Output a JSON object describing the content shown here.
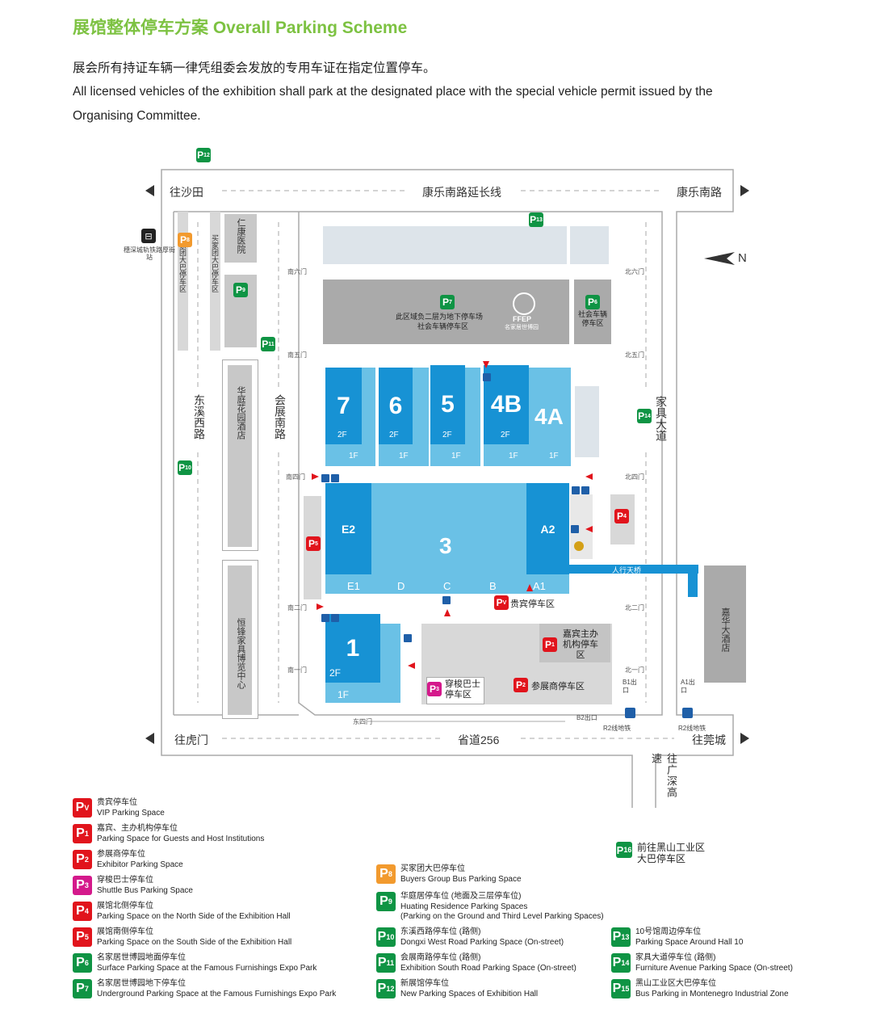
{
  "title": "展馆整体停车方案 Overall Parking Scheme",
  "intro": {
    "cn": "展会所有持证车辆一律凭组委会发放的专用车证在指定位置停车。",
    "en1": "All licensed vehicles of the exhibition shall park at the designated place with the special vehicle permit issued by the",
    "en2": "Organising Committee."
  },
  "map": {
    "roads": {
      "north_left": "往沙田",
      "north_mid": "康乐南路延长线",
      "north_right": "康乐南路",
      "south_left": "往虎门",
      "south_mid": "省道256",
      "south_right": "往莞城",
      "expressway": "往广深高速",
      "dongxi": "东溪西路",
      "huizhan": "会展南路",
      "jiaju": "家具大道"
    },
    "places": {
      "metro": "穗深城轨铁路厚街站",
      "renkang": "仁康医院",
      "huating": "华庭花园酒店",
      "hengfeng": "恒锋家具博览中心",
      "jiahua": "嘉华大酒店",
      "buyers_left": "买家团大巴停车区",
      "buyers_right": "买家团大巴停车区",
      "underground": "此区域负二层为地下停车场",
      "social": "社会车辆停车区",
      "social2": "社会车辆停车区",
      "ffep_logo": "FFEP",
      "ffep_sub": "名家居世博园",
      "skybridge": "人行天桥",
      "vip": "贵宾停车区",
      "guests": "嘉宾主办机构停车区",
      "exhibitors": "参展商停车区",
      "shuttle": "穿梭巴士停车区",
      "r2a": "R2线地铁",
      "r2b": "R2线地铁",
      "b2exit": "B2出口",
      "b1exit": "B1出口",
      "a1exit": "A1出口"
    },
    "gates": {
      "s6": "南六门",
      "s5": "南五门",
      "s4": "南四门",
      "s2": "南二门",
      "s1": "南一门",
      "n6": "北六门",
      "n5": "北五门",
      "n4": "北四门",
      "n2": "北二门",
      "n1": "北一门",
      "e4": "东四门"
    },
    "halls": {
      "h7": "7",
      "h6": "6",
      "h5": "5",
      "h4b": "4B",
      "h4a": "4A",
      "h3": "3",
      "h1": "1",
      "e2": "E2",
      "e1": "E1",
      "a2": "A2",
      "a1": "A1",
      "d": "D",
      "c": "C",
      "b": "B",
      "f2": "2F",
      "f1": "1F"
    },
    "north": "N"
  },
  "legend": [
    {
      "code": "P",
      "sub": "V",
      "color": "#e1141c",
      "cn": "贵宾停车位",
      "en": "VIP Parking Space"
    },
    {
      "code": "P",
      "sub": "1",
      "color": "#e1141c",
      "cn": "嘉宾、主办机构停车位",
      "en": "Parking Space for Guests and Host Institutions"
    },
    {
      "code": "P",
      "sub": "2",
      "color": "#e1141c",
      "cn": "参展商停车位",
      "en": "Exhibitor Parking Space"
    },
    {
      "code": "P",
      "sub": "3",
      "color": "#d4198b",
      "cn": "穿梭巴士停车位",
      "en": "Shuttle Bus Parking Space"
    },
    {
      "code": "P",
      "sub": "4",
      "color": "#e1141c",
      "cn": "展馆北侧停车位",
      "en": "Parking Space on the North Side of the Exhibition Hall"
    },
    {
      "code": "P",
      "sub": "5",
      "color": "#e1141c",
      "cn": "展馆南侧停车位",
      "en": "Parking Space on the South Side of the Exhibition Hall"
    },
    {
      "code": "P",
      "sub": "6",
      "color": "#0f9444",
      "cn": "名家居世博园地面停车位",
      "en": "Surface Parking Space at the Famous Furnishings Expo Park"
    },
    {
      "code": "P",
      "sub": "7",
      "color": "#0f9444",
      "cn": "名家居世博园地下停车位",
      "en": "Underground Parking Space at the Famous Furnishings Expo Park"
    },
    {
      "code": "P",
      "sub": "8",
      "color": "#f29a2e",
      "cn": "买家团大巴停车位",
      "en": "Buyers Group Bus Parking Space"
    },
    {
      "code": "P",
      "sub": "9",
      "color": "#0f9444",
      "cn": "华庭居停车位 (地面及三层停车位)",
      "en": "Huating Residence Parking Spaces",
      "en2": "(Parking on the Ground and Third Level Parking Spaces)"
    },
    {
      "code": "P",
      "sub": "10",
      "color": "#0f9444",
      "cn": "东溪西路停车位 (路侧)",
      "en": "Dongxi West Road Parking Space (On-street)"
    },
    {
      "code": "P",
      "sub": "11",
      "color": "#0f9444",
      "cn": "会展南路停车位 (路侧)",
      "en": "Exhibition South Road Parking Space (On-street)"
    },
    {
      "code": "P",
      "sub": "12",
      "color": "#0f9444",
      "cn": "新展馆停车位",
      "en": "New Parking Spaces of Exhibition Hall"
    },
    {
      "code": "P",
      "sub": "13",
      "color": "#0f9444",
      "cn": "10号馆周边停车位",
      "en": "Parking Space Around Hall 10"
    },
    {
      "code": "P",
      "sub": "14",
      "color": "#0f9444",
      "cn": "家具大道停车位 (路侧)",
      "en": "Furniture Avenue Parking Space (On-street)"
    },
    {
      "code": "P",
      "sub": "15",
      "color": "#0f9444",
      "cn": "黑山工业区大巴停车位",
      "en": "Bus Parking in Montenegro Industrial Zone"
    },
    {
      "code": "P",
      "sub": "16",
      "color": "#0f9444",
      "cn": "前往黑山工业区大巴停车区",
      "en": ""
    }
  ]
}
